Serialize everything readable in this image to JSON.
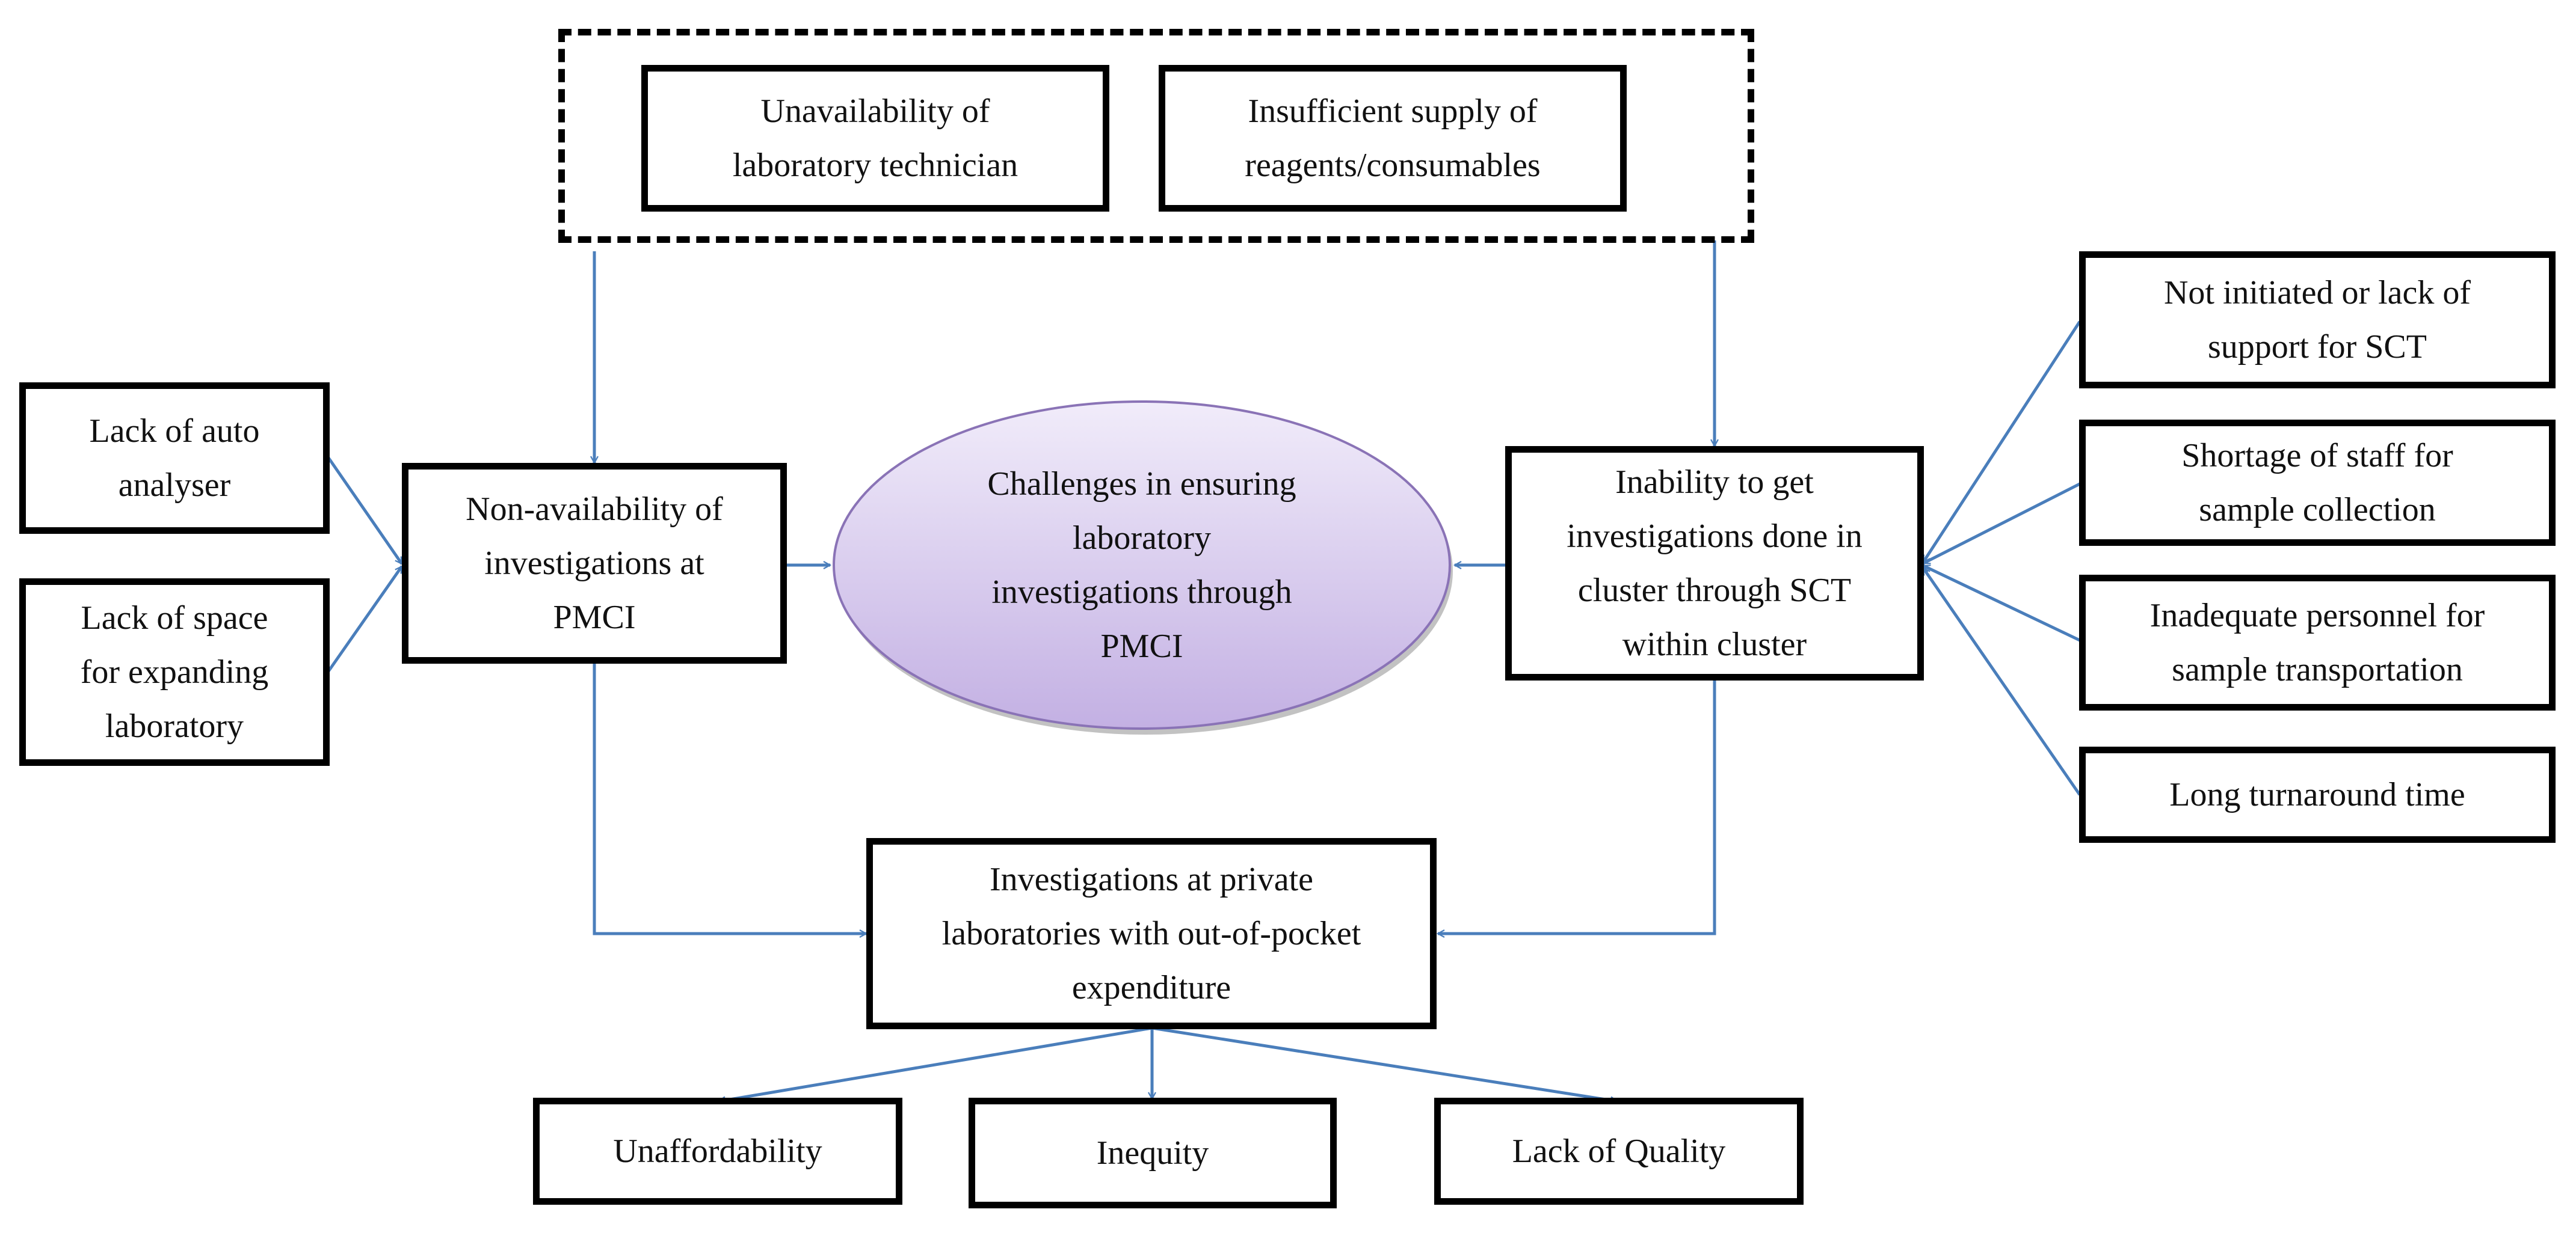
{
  "diagram": {
    "colors": {
      "arrow": "#4a7ebb",
      "box_border": "#000000",
      "ellipse_top": "#f1ecfa",
      "ellipse_bottom": "#c3b0e3",
      "ellipse_border": "#8a73b6"
    },
    "central": {
      "label": "Challenges in ensuring\nlaboratory\ninvestigations through\nPMCI"
    },
    "top_group": {
      "technician": "Unavailability of\nlaboratory technician",
      "reagents": "Insufficient supply of\nreagents/consumables"
    },
    "left": {
      "auto_analyser": "Lack of auto\nanalyser",
      "space": "Lack of space\nfor expanding\nlaboratory",
      "non_availability": "Non-availability of\ninvestigations at\nPMCI"
    },
    "right": {
      "inability": "Inability to get\ninvestigations done in\ncluster through SCT\nwithin cluster",
      "not_initiated": "Not initiated or lack of\nsupport for SCT",
      "shortage_staff": "Shortage of staff for\nsample collection",
      "inadequate_personnel": "Inadequate personnel for\nsample transportation",
      "turnaround": "Long turnaround time"
    },
    "bottom": {
      "private_labs": "Investigations at private\nlaboratories with out-of-pocket\nexpenditure",
      "unaffordability": "Unaffordability",
      "inequity": "Inequity",
      "quality": "Lack of Quality"
    }
  }
}
